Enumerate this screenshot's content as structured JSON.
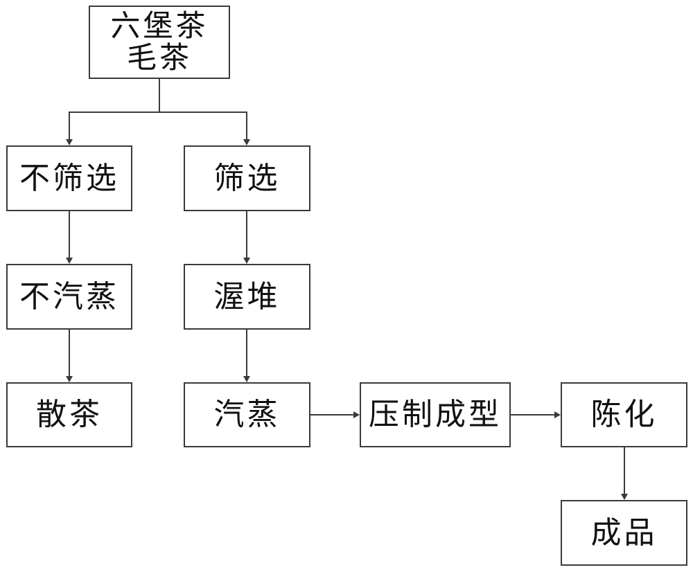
{
  "nodes": {
    "raw_tea_line1": "六堡茶",
    "raw_tea_line2": "毛茶",
    "no_screening": "不筛选",
    "screening": "筛选",
    "no_steaming": "不汽蒸",
    "pile_fermentation": "渥堆",
    "loose_tea": "散茶",
    "steaming": "汽蒸",
    "press_forming": "压制成型",
    "aging": "陈化",
    "finished_product": "成品"
  },
  "colors": {
    "stroke": "#3a3a3a",
    "text": "#111111",
    "background": "#ffffff"
  }
}
